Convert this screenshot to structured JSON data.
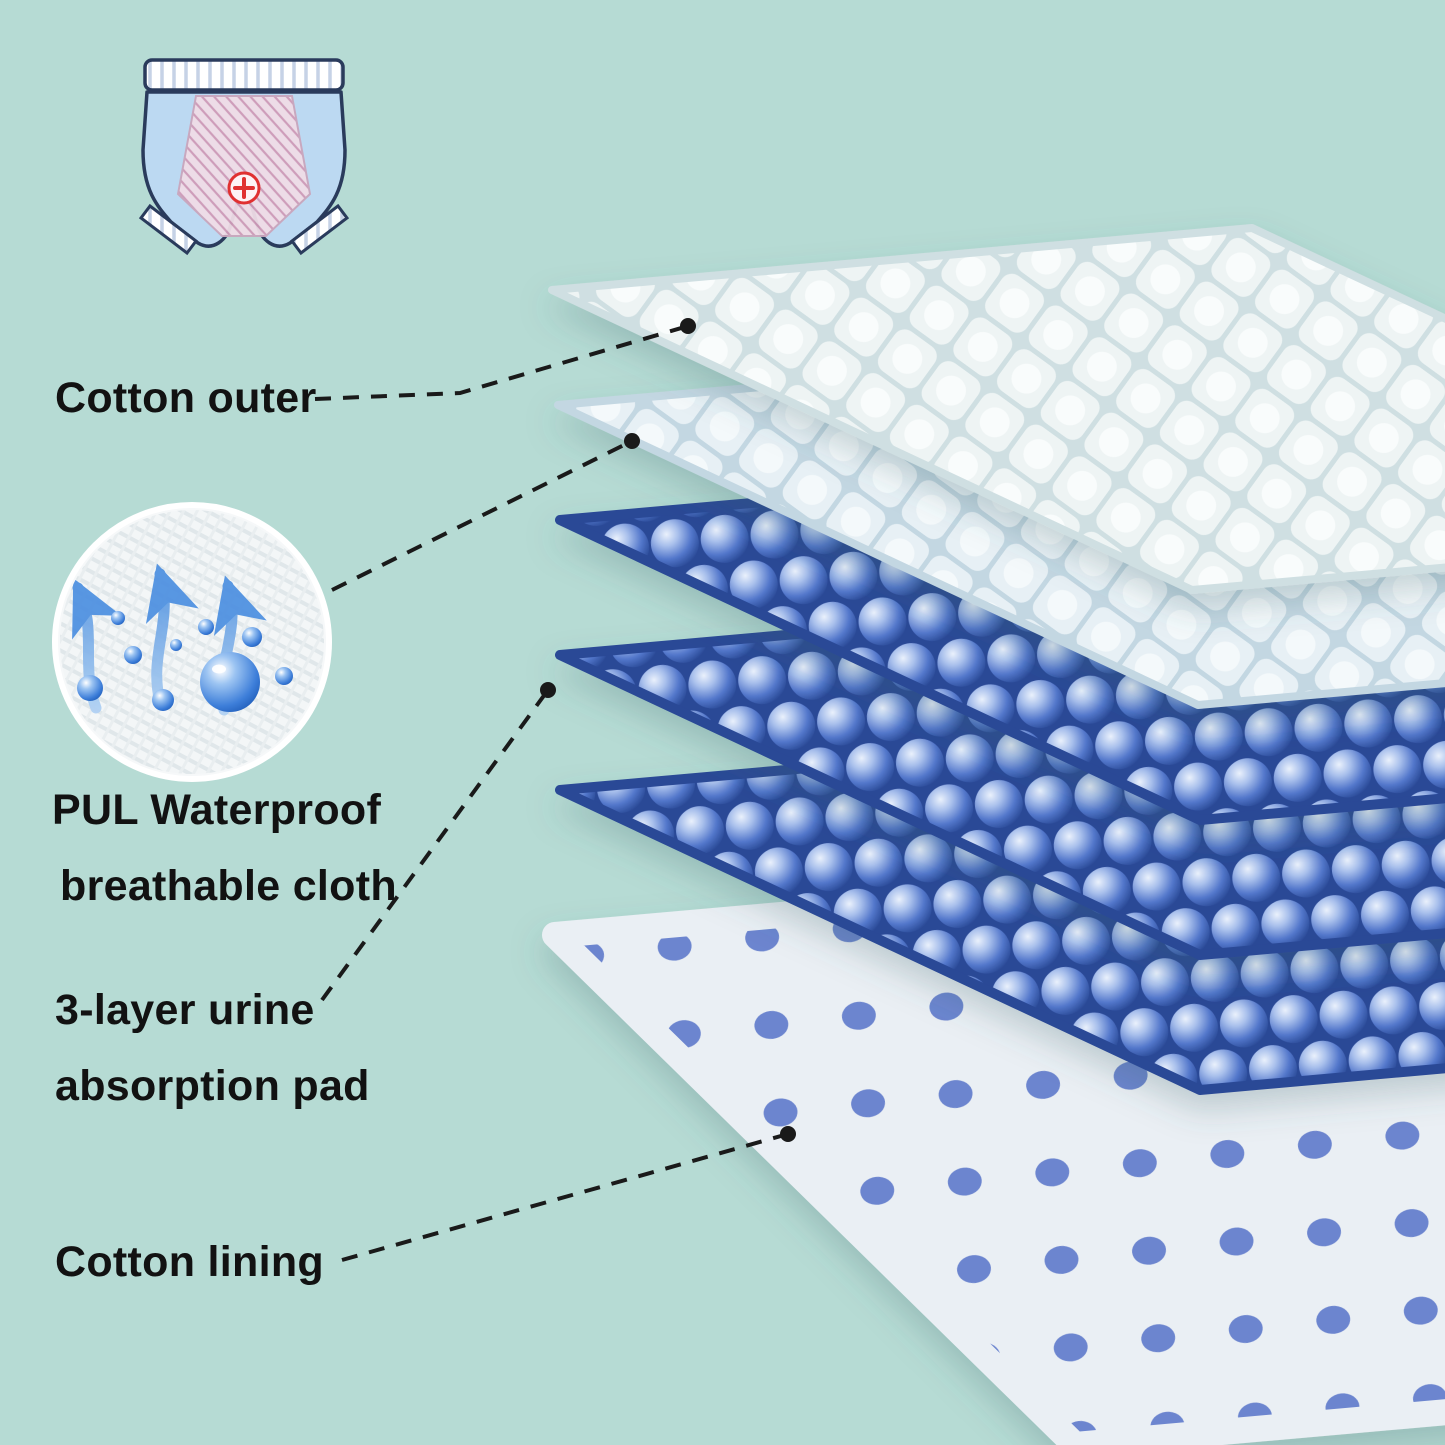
{
  "labels": {
    "layer1": "Cotton outer",
    "layer2_line1": "PUL Waterproof",
    "layer2_line2": "breathable cloth",
    "layer3_line1": "3-layer urine",
    "layer3_line2": "absorption pad",
    "layer4": "Cotton lining"
  },
  "colors": {
    "background": "#b6dbd4",
    "text": "#121212",
    "pad_sphere_blue": "#3f6bbd",
    "pad_base_blue": "#2a4896",
    "sheet_white": "#eef4f4",
    "lining_dot_blue": "#6c85cf",
    "droplet_blue": "#2f6fd0",
    "leader_line_black": "#1a1a1a",
    "pants_outline_navy": "#2a3b5c",
    "cross_red": "#e03131"
  },
  "icons": {
    "product": "training-pants-icon",
    "inset": "waterproof-breathable-icon"
  }
}
